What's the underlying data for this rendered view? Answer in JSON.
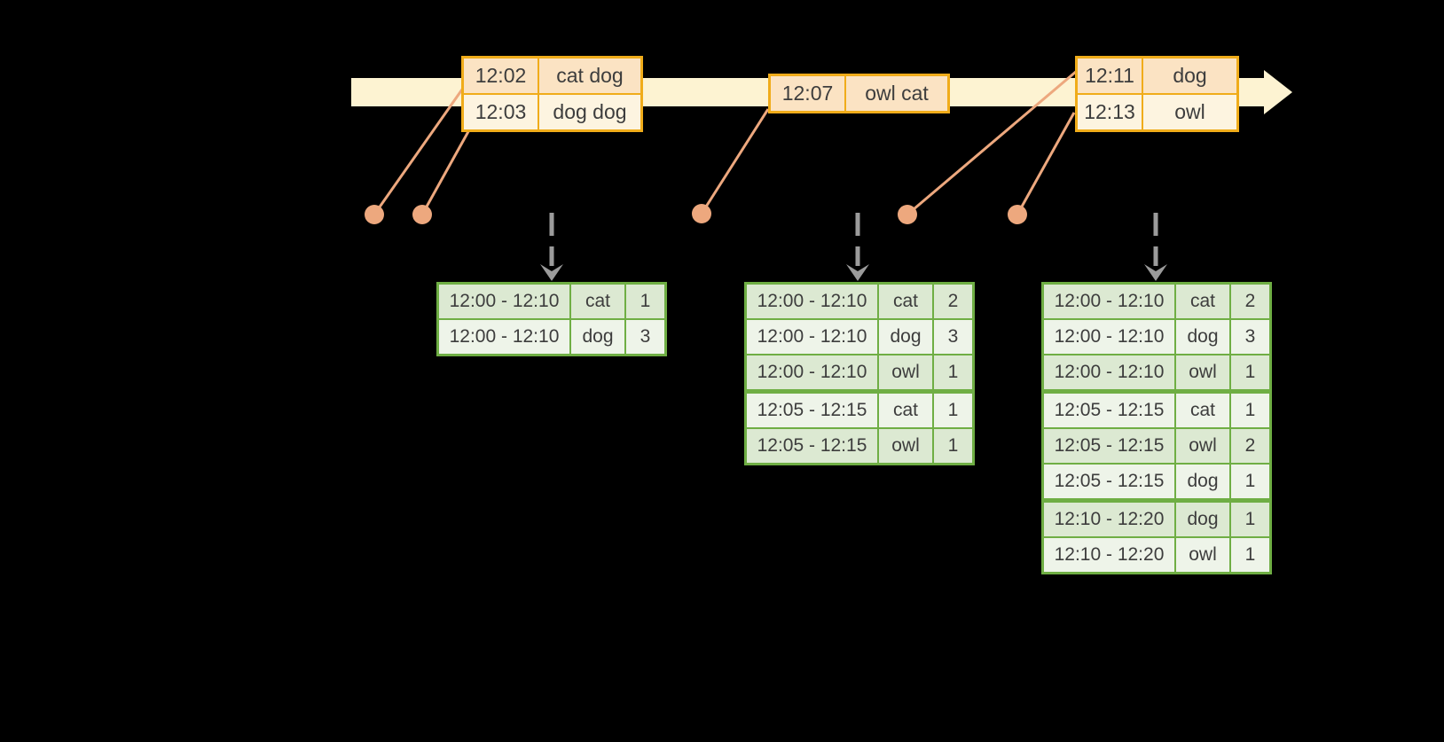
{
  "colors": {
    "background": "#000000",
    "timeline_fill": "#fdf3d2",
    "event_border": "#f0ac1a",
    "event_row_dark": "#fbe3c3",
    "event_row_light": "#fdf4e0",
    "connector": "#eda87e",
    "result_border": "#6fae44",
    "result_row_dark": "#dce9d2",
    "result_row_light": "#eef4e9",
    "trigger_arrow": "#9b9b9b",
    "text": "#3d3d3d"
  },
  "event_tables": [
    {
      "rows": [
        {
          "time": "12:02",
          "words": "cat dog"
        },
        {
          "time": "12:03",
          "words": "dog dog"
        }
      ]
    },
    {
      "rows": [
        {
          "time": "12:07",
          "words": "owl cat"
        }
      ]
    },
    {
      "rows": [
        {
          "time": "12:11",
          "words": "dog"
        },
        {
          "time": "12:13",
          "words": "owl"
        }
      ]
    }
  ],
  "result_tables": [
    {
      "rows": [
        {
          "window": "12:00 - 12:10",
          "word": "cat",
          "count": "1"
        },
        {
          "window": "12:00 - 12:10",
          "word": "dog",
          "count": "3"
        }
      ]
    },
    {
      "rows": [
        {
          "window": "12:00 - 12:10",
          "word": "cat",
          "count": "2"
        },
        {
          "window": "12:00 - 12:10",
          "word": "dog",
          "count": "3"
        },
        {
          "window": "12:00 - 12:10",
          "word": "owl",
          "count": "1"
        },
        {
          "window": "12:05 - 12:15",
          "word": "cat",
          "count": "1"
        },
        {
          "window": "12:05 - 12:15",
          "word": "owl",
          "count": "1"
        }
      ]
    },
    {
      "rows": [
        {
          "window": "12:00 - 12:10",
          "word": "cat",
          "count": "2"
        },
        {
          "window": "12:00 - 12:10",
          "word": "dog",
          "count": "3"
        },
        {
          "window": "12:00 - 12:10",
          "word": "owl",
          "count": "1"
        },
        {
          "window": "12:05 - 12:15",
          "word": "cat",
          "count": "1"
        },
        {
          "window": "12:05 - 12:15",
          "word": "owl",
          "count": "2"
        },
        {
          "window": "12:05 - 12:15",
          "word": "dog",
          "count": "1"
        },
        {
          "window": "12:10 - 12:20",
          "word": "dog",
          "count": "1"
        },
        {
          "window": "12:10 - 12:20",
          "word": "owl",
          "count": "1"
        }
      ]
    }
  ]
}
